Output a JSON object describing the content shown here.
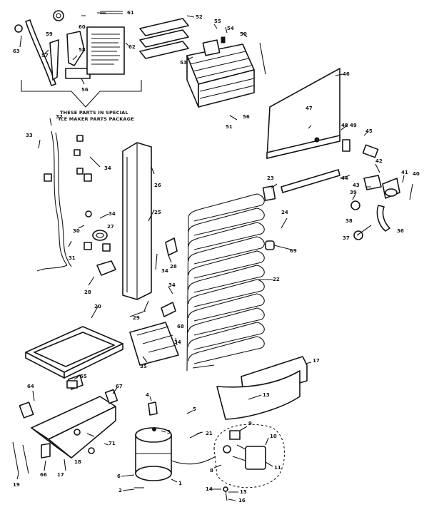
{
  "note": {
    "line1": "THESE PARTS IN SPECIAL",
    "line2": "ICE MAKER PARTS PACKAGE"
  },
  "parts": [
    {
      "num": "63"
    },
    {
      "num": "59"
    },
    {
      "num": "60"
    },
    {
      "num": "57"
    },
    {
      "num": "58"
    },
    {
      "num": "61"
    },
    {
      "num": "62"
    },
    {
      "num": "56"
    },
    {
      "num": "52"
    },
    {
      "num": "55"
    },
    {
      "num": "54"
    },
    {
      "num": "50"
    },
    {
      "num": "53"
    },
    {
      "num": "51"
    },
    {
      "num": "46"
    },
    {
      "num": "47"
    },
    {
      "num": "48"
    },
    {
      "num": "49"
    },
    {
      "num": "45"
    },
    {
      "num": "32"
    },
    {
      "num": "33"
    },
    {
      "num": "34"
    },
    {
      "num": "26"
    },
    {
      "num": "25"
    },
    {
      "num": "30"
    },
    {
      "num": "27"
    },
    {
      "num": "31"
    },
    {
      "num": "28"
    },
    {
      "num": "24"
    },
    {
      "num": "23"
    },
    {
      "num": "44"
    },
    {
      "num": "43"
    },
    {
      "num": "42"
    },
    {
      "num": "41"
    },
    {
      "num": "40"
    },
    {
      "num": "39"
    },
    {
      "num": "38"
    },
    {
      "num": "37"
    },
    {
      "num": "36"
    },
    {
      "num": "69"
    },
    {
      "num": "22"
    },
    {
      "num": "29"
    },
    {
      "num": "20"
    },
    {
      "num": "68"
    },
    {
      "num": "35"
    },
    {
      "num": "17"
    },
    {
      "num": "13"
    },
    {
      "num": "65"
    },
    {
      "num": "64"
    },
    {
      "num": "67"
    },
    {
      "num": "4"
    },
    {
      "num": "5"
    },
    {
      "num": "3"
    },
    {
      "num": "21"
    },
    {
      "num": "9"
    },
    {
      "num": "10"
    },
    {
      "num": "8"
    },
    {
      "num": "11"
    },
    {
      "num": "1"
    },
    {
      "num": "6"
    },
    {
      "num": "2"
    },
    {
      "num": "14"
    },
    {
      "num": "15"
    },
    {
      "num": "16"
    },
    {
      "num": "18"
    },
    {
      "num": "19"
    },
    {
      "num": "66"
    },
    {
      "num": "71"
    }
  ]
}
